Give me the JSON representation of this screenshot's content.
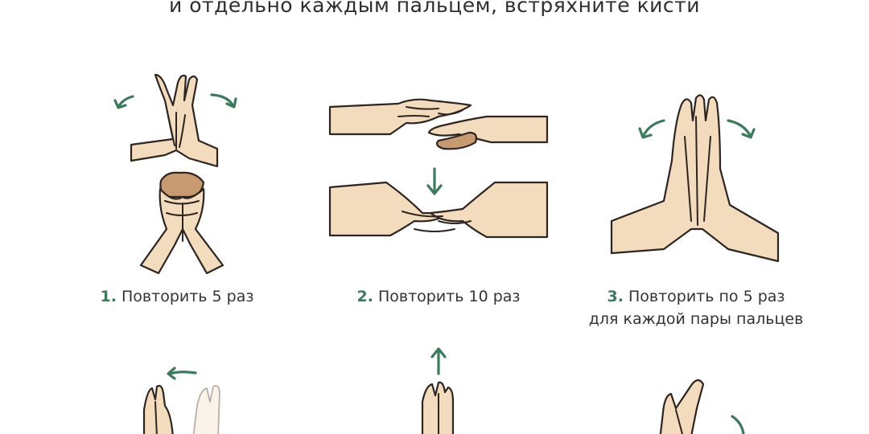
{
  "header": {
    "line": "и отдельно каждым пальцем, встряхните кисти"
  },
  "steps": [
    {
      "number": "1.",
      "text": "Повторить 5 раз"
    },
    {
      "number": "2.",
      "text": "Повторить 10 раз"
    },
    {
      "number": "3.",
      "text": "Повторить по 5 раз",
      "text2": "для каждой пары пальцев"
    }
  ],
  "colors": {
    "accent_green": "#3d7a5c",
    "skin": "#f3dbbd",
    "skin_shadow": "#c79a72",
    "outline": "#2e2420"
  },
  "icons": [
    "curved-arrow-icon",
    "down-arrow-icon",
    "up-arrow-icon",
    "hands-illustration"
  ]
}
